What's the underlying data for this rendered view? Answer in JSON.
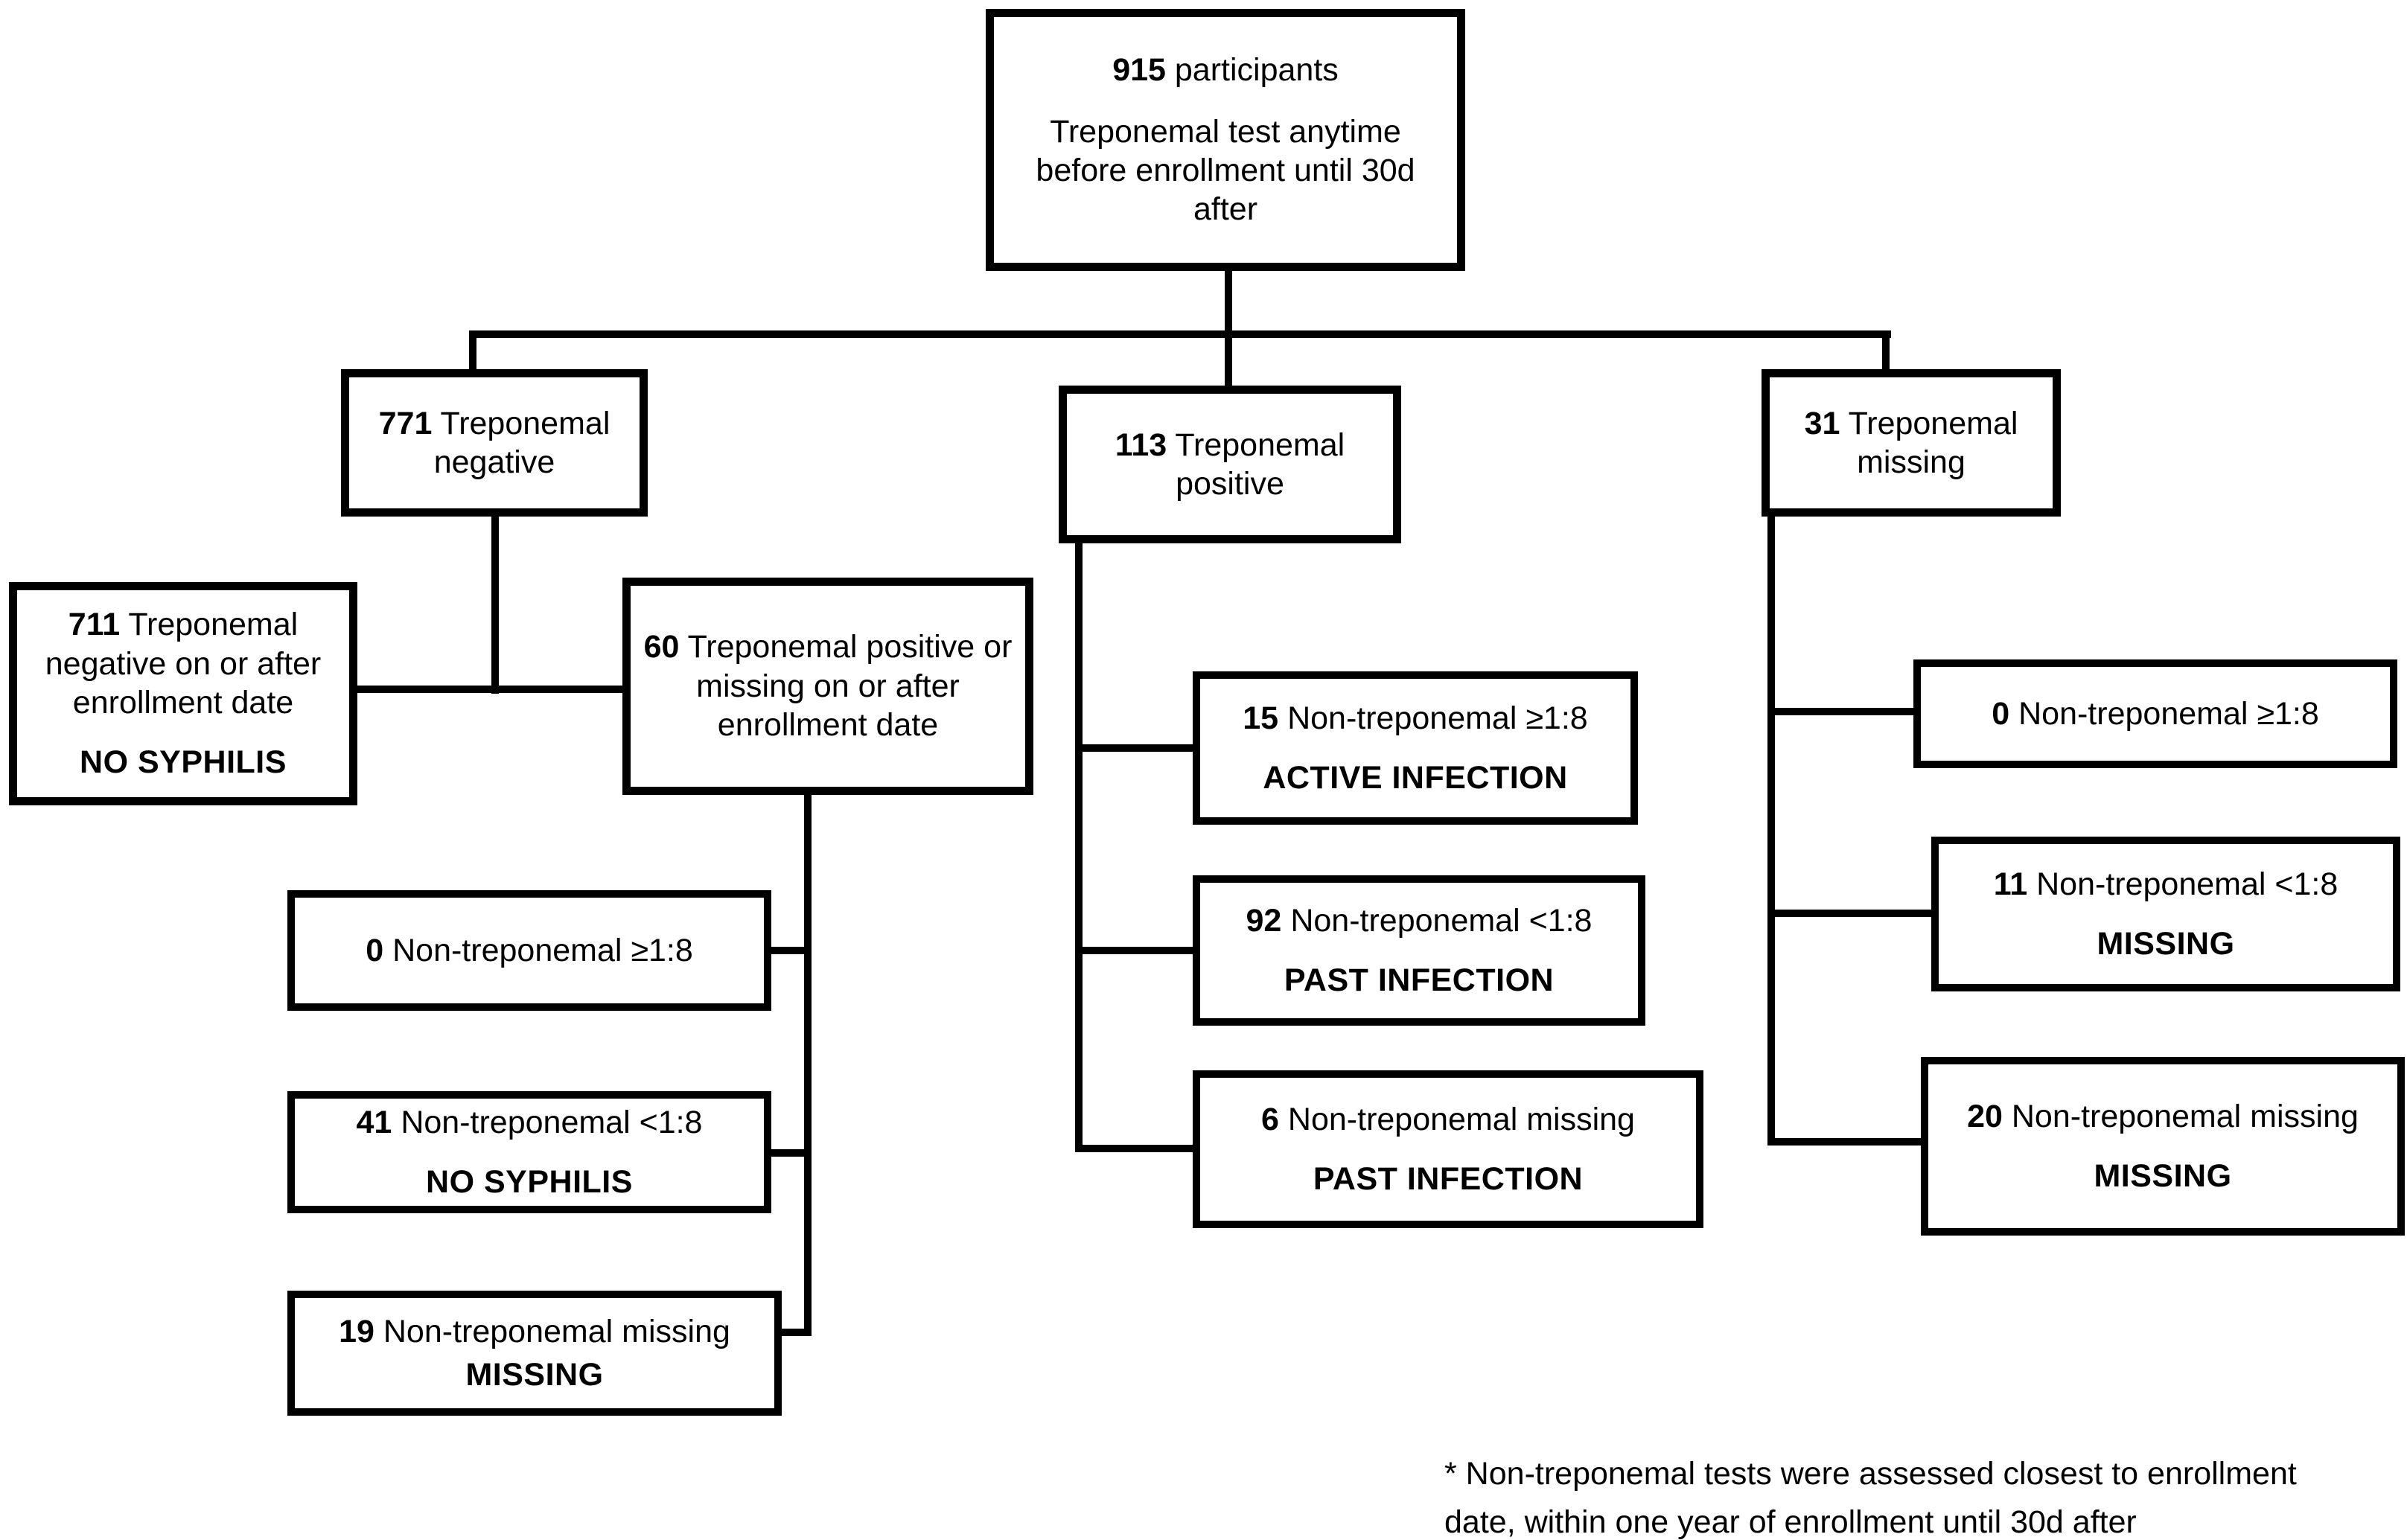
{
  "figure": {
    "background": "#ffffff",
    "line_color": "#000000",
    "text_color": "#000000"
  },
  "boxes": {
    "root": {
      "count": "915",
      "rest": "participants",
      "desc": "Treponemal test anytime before enrollment until 30d after"
    },
    "trep_negative": {
      "count": "771",
      "rest": "Treponemal negative"
    },
    "trep_positive": {
      "count": "113",
      "rest": "Treponemal positive"
    },
    "trep_missing": {
      "count": "31",
      "rest": "Treponemal missing"
    },
    "neg_on_after": {
      "count": "711",
      "rest": "Treponemal negative on or after enrollment date",
      "classification": "NO SYPHILIS"
    },
    "pos_missing_on_after": {
      "count": "60",
      "rest": "Treponemal positive or missing on or after enrollment date"
    },
    "neg_nt_high": {
      "count": "0",
      "rest": "Non-treponemal ≥1:8"
    },
    "neg_nt_low": {
      "count": "41",
      "rest": "Non-treponemal <1:8",
      "classification": "NO SYPHILIS"
    },
    "neg_nt_missing": {
      "count": "19",
      "rest": "Non-treponemal missing",
      "classification": "MISSING"
    },
    "pos_nt_high": {
      "count": "15",
      "rest": "Non-treponemal ≥1:8",
      "classification": "ACTIVE INFECTION"
    },
    "pos_nt_low": {
      "count": "92",
      "rest": "Non-treponemal <1:8",
      "classification": "PAST INFECTION"
    },
    "pos_nt_missing": {
      "count": "6",
      "rest": "Non-treponemal missing",
      "classification": "PAST INFECTION"
    },
    "mis_nt_high": {
      "count": "0",
      "rest": "Non-treponemal ≥1:8"
    },
    "mis_nt_low": {
      "count": "11",
      "rest": "Non-treponemal <1:8",
      "classification": "MISSING"
    },
    "mis_nt_missing": {
      "count": "20",
      "rest": "Non-treponemal missing",
      "classification": "MISSING"
    }
  },
  "footnote": {
    "line1": "* Non-treponemal tests were assessed closest to enrollment",
    "line2": "date, within one year of enrollment until 30d after"
  }
}
